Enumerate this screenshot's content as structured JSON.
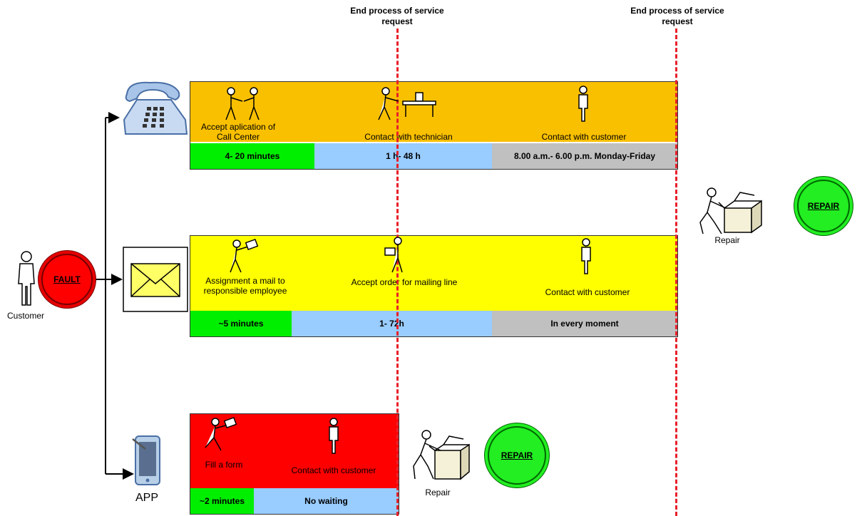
{
  "end_markers": [
    {
      "label": "End process of service request"
    },
    {
      "label": "End process of service request"
    }
  ],
  "customer": {
    "label": "Customer"
  },
  "fault": {
    "label": "FAULT"
  },
  "lanes": {
    "phone": {
      "color": "#f9c000",
      "steps": [
        "Accept aplication of Call Center",
        "Contact with technician",
        "Contact with customer"
      ],
      "times": [
        "4- 20 minutes",
        "1 h- 48 h",
        "8.00 a.m.- 6.00 p.m. Monday-Friday"
      ]
    },
    "mail": {
      "color": "#ffff00",
      "steps": [
        "Assignment a mail to responsible employee",
        "Accept order for mailing line",
        "Contact with customer"
      ],
      "times": [
        "~5 minutes",
        "1- 72h",
        "In every moment"
      ]
    },
    "app": {
      "label": "APP",
      "color": "#ff0000",
      "steps": [
        "Fill a form",
        "Contact with customer"
      ],
      "times": [
        "~2 minutes",
        "No waiting"
      ]
    }
  },
  "repair_top": {
    "worker_label": "Repair",
    "circle_label": "REPAIR"
  },
  "repair_bottom": {
    "worker_label": "Repair",
    "circle_label": "REPAIR"
  },
  "colors": {
    "green": "#00ee00",
    "blue": "#99ccff",
    "gray": "#c0c0c0",
    "red_dash": "#e8202a"
  }
}
